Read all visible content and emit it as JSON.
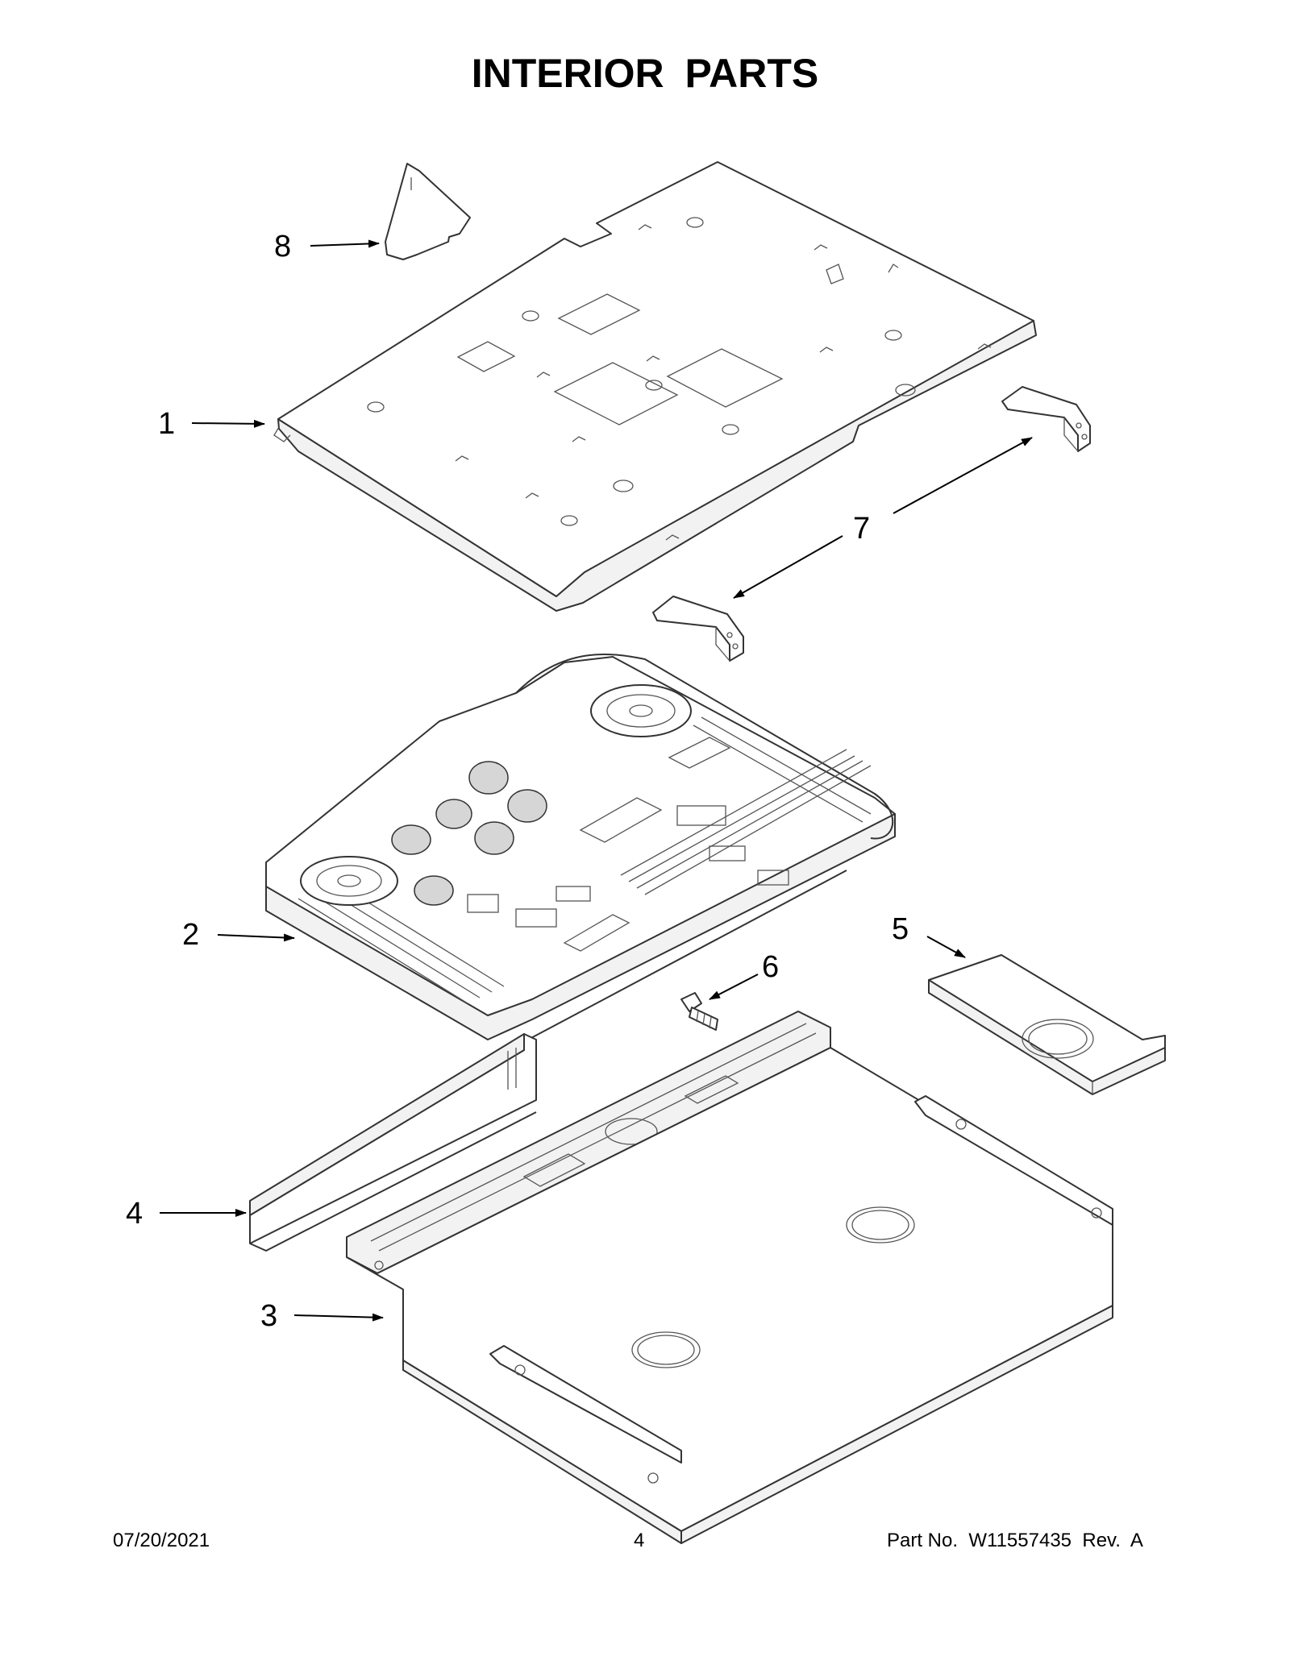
{
  "title": "INTERIOR PARTS",
  "callouts": {
    "c1": "1",
    "c2": "2",
    "c3": "3",
    "c4": "4",
    "c5": "5",
    "c6": "6",
    "c7": "7",
    "c8": "8"
  },
  "footer": {
    "date": "07/20/2021",
    "page": "4",
    "part_number": "Part No.  W11557435  Rev.  A"
  }
}
